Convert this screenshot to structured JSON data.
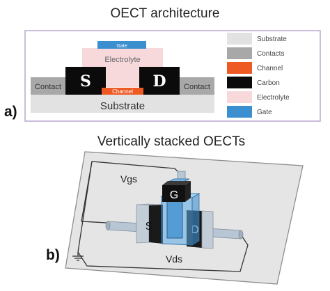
{
  "panel_a": {
    "label": "a)",
    "title": "OECT architecture",
    "diagram": {
      "gate": "Gate",
      "electrolyte": "Electrolyte",
      "source": "S",
      "drain": "D",
      "channel": "Channel",
      "contact_left": "Contact",
      "contact_right": "Contact",
      "substrate": "Substrate"
    },
    "legend": [
      {
        "label": "Substrate",
        "color": "#e2e2e2"
      },
      {
        "label": "Contacts",
        "color": "#a8a8a8"
      },
      {
        "label": "Channel",
        "color": "#ef5a24"
      },
      {
        "label": "Carbon",
        "color": "#0b0b0b"
      },
      {
        "label": "Electrolyte",
        "color": "#f7d9dc"
      },
      {
        "label": "Gate",
        "color": "#3b8fcf"
      }
    ]
  },
  "panel_b": {
    "label": "b)",
    "title": "Vertically stacked OECTs",
    "labels": {
      "gate": "G",
      "source": "S",
      "drain": "D",
      "vgs": "Vgs",
      "vds": "Vds"
    }
  }
}
